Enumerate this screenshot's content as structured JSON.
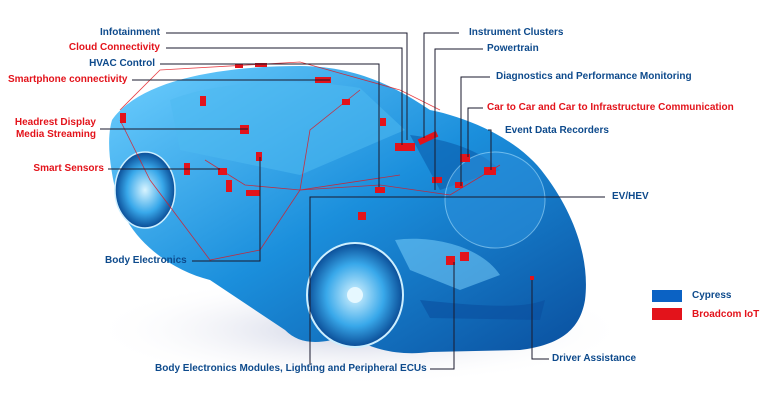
{
  "colors": {
    "cypress": "#0b62c4",
    "broadcom": "#e3131b",
    "label_blue": "#0d4a8c",
    "label_red": "#e3131b"
  },
  "labels_left": [
    {
      "text": "Infotainment",
      "vendor": "Cypress"
    },
    {
      "text": "Cloud Connectivity",
      "vendor": "Broadcom IoT"
    },
    {
      "text": "HVAC Control",
      "vendor": "Cypress"
    },
    {
      "text": "Smartphone connectivity",
      "vendor": "Broadcom IoT"
    },
    {
      "text": "Headrest  Display",
      "vendor": "Broadcom IoT"
    },
    {
      "text": "Media Streaming",
      "vendor": "Broadcom IoT"
    },
    {
      "text": "Smart Sensors",
      "vendor": "Broadcom IoT"
    },
    {
      "text": "Body Electronics",
      "vendor": "Cypress"
    }
  ],
  "labels_right": [
    {
      "text": "Instrument Clusters",
      "vendor": "Cypress"
    },
    {
      "text": "Powertrain",
      "vendor": "Cypress"
    },
    {
      "text": "Diagnostics and Performance Monitoring",
      "vendor": "Cypress"
    },
    {
      "text": "Car to Car and Car to Infrastructure Communication",
      "vendor": "Broadcom IoT"
    },
    {
      "text": "Event Data Recorders",
      "vendor": "Cypress"
    },
    {
      "text": "EV/HEV",
      "vendor": "Cypress"
    },
    {
      "text": "Driver Assistance",
      "vendor": "Cypress"
    }
  ],
  "labels_bottom": [
    {
      "text": "Body Electronics Modules, Lighting and Peripheral ECUs",
      "vendor": "Cypress"
    }
  ],
  "legend": [
    {
      "label": "Cypress",
      "color": "#0b62c4"
    },
    {
      "label": "Broadcom IoT",
      "color": "#e3131b"
    }
  ]
}
